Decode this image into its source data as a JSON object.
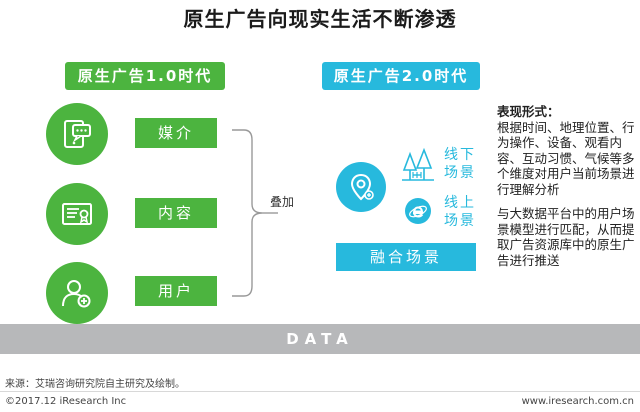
{
  "title": "原生广告向现实生活不断渗透",
  "left": {
    "header": "原生广告1.0时代",
    "items": [
      {
        "icon": "tablet-chat-icon",
        "label": "媒介"
      },
      {
        "icon": "certificate-icon",
        "label": "内容"
      },
      {
        "icon": "user-add-icon",
        "label": "用户"
      }
    ]
  },
  "merge_label": "叠加",
  "right": {
    "header": "原生广告2.0时代",
    "scenes": [
      {
        "icon": "tree-icon",
        "line1": "线下",
        "line2": "场景"
      },
      {
        "icon": "ie-browser-icon",
        "line1": "线上",
        "line2": "场景"
      }
    ],
    "main_icon": "location-pin-icon",
    "merged": "融合场景"
  },
  "description": {
    "heading": "表现形式：",
    "para1": "根据时间、地理位置、行为操作、设备、观看内容、互动习惯、气候等多个维度对用户当前场景进行理解分析",
    "para2": "与大数据平台中的用户场景模型进行匹配，从而提取广告资源库中的原生广告进行推送"
  },
  "data_bar": "DATA",
  "footer": {
    "source": "来源：艾瑞咨询研究院自主研究及绘制。",
    "copyright": "©2017.12 iResearch Inc",
    "website": "www.iresearch.com.cn"
  },
  "colors": {
    "green": "#4cb43f",
    "blue": "#27b9dd",
    "gray": "#b7b8ba"
  }
}
